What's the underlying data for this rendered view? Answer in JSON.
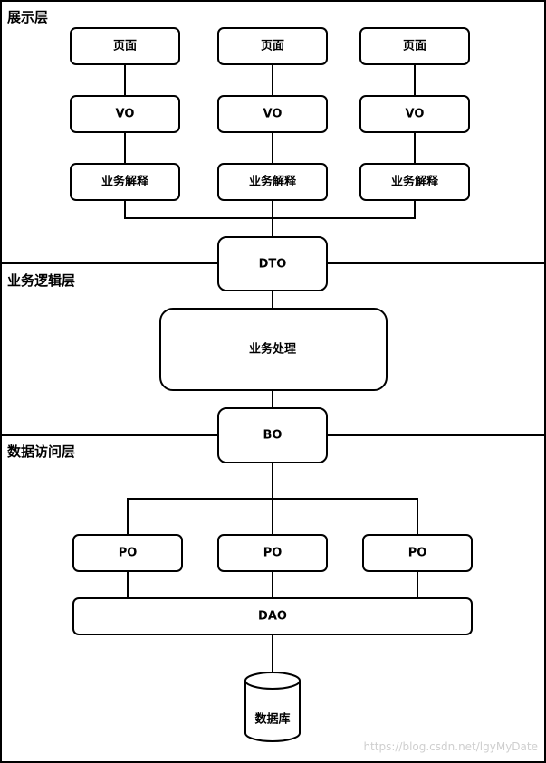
{
  "layers": {
    "presentation": "展示层",
    "business_logic": "业务逻辑层",
    "data_access": "数据访问层"
  },
  "nodes": {
    "page": "页面",
    "vo": "VO",
    "business_interpretation": "业务解释",
    "dto": "DTO",
    "business_processing": "业务处理",
    "bo": "BO",
    "po": "PO",
    "dao": "DAO",
    "database": "数据库"
  },
  "watermark": "https://blog.csdn.net/lgyMyDate"
}
